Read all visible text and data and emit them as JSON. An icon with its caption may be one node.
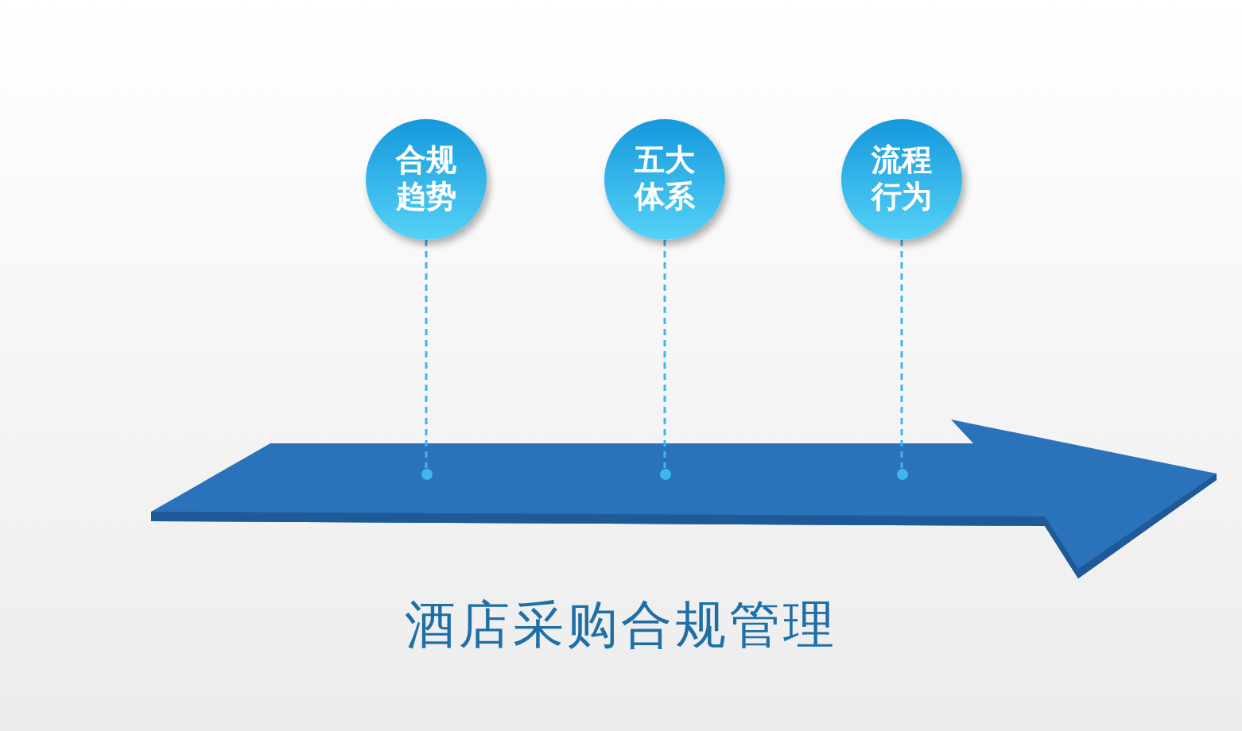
{
  "diagram": {
    "title": "酒店采购合规管理",
    "nodes": [
      {
        "text": [
          "合规趋势"
        ]
      },
      {
        "text": [
          "五大体系"
        ]
      },
      {
        "text": [
          "流程行为"
        ]
      },
      {
        "text": [],
        "shape": "arrow"
      },
      {
        "text": [],
        "shape": "circle",
        "in": 3
      },
      {
        "text": [],
        "shape": "circle",
        "in": 3
      },
      {
        "text": [],
        "shape": "circle",
        "in": 3
      }
    ],
    "edges": [
      {
        "from": 0,
        "to": 4,
        "arrow": "none",
        "style": "dashed"
      },
      {
        "from": 1,
        "to": 5,
        "arrow": "none",
        "style": "dashed"
      },
      {
        "from": 2,
        "to": 6,
        "arrow": "none",
        "style": "dashed"
      }
    ]
  }
}
